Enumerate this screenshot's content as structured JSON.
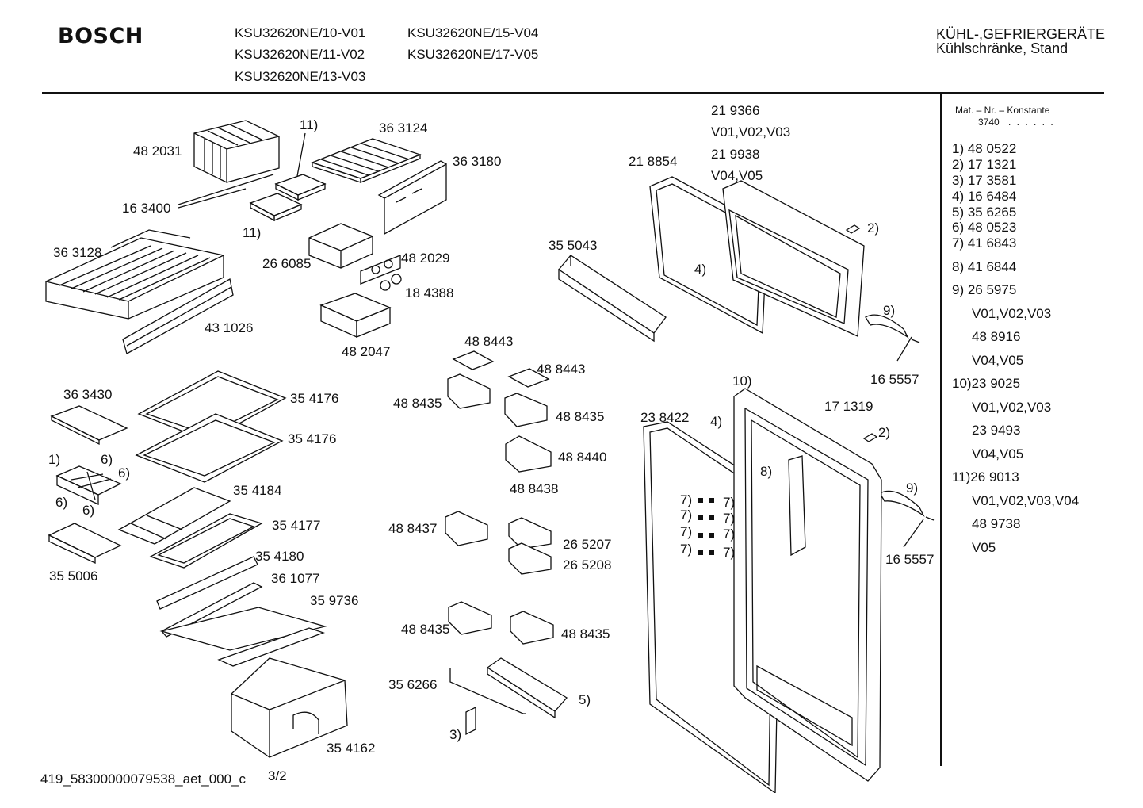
{
  "header": {
    "brand": "BOSCH",
    "models": [
      "KSU32620NE/10-V01",
      "KSU32620NE/15-V04",
      "KSU32620NE/11-V02",
      "KSU32620NE/17-V05",
      "KSU32620NE/13-V03"
    ],
    "category_line1": "KÜHL-,GEFRIERGERÄTE",
    "category_line2": "Kühlschränke, Stand"
  },
  "parts": [
    {
      "text": "48 2031"
    },
    {
      "text": "11)"
    },
    {
      "text": "36 3124"
    },
    {
      "text": "36 3180"
    },
    {
      "text": "16 3400"
    },
    {
      "text": "11)"
    },
    {
      "text": "36 3128"
    },
    {
      "text": "26 6085"
    },
    {
      "text": "48 2029"
    },
    {
      "text": "18 4388"
    },
    {
      "text": "43 1026"
    },
    {
      "text": "48 2047"
    },
    {
      "text": "35 5043"
    },
    {
      "text": "21 8854"
    },
    {
      "text": "21 9366"
    },
    {
      "text": "V01,V02,V03"
    },
    {
      "text": "21 9938"
    },
    {
      "text": "V04,V05"
    },
    {
      "text": "2)"
    },
    {
      "text": "4)"
    },
    {
      "text": "9)"
    },
    {
      "text": "16 5557"
    },
    {
      "text": "48 8443"
    },
    {
      "text": "48 8443"
    },
    {
      "text": "36 3430"
    },
    {
      "text": "35 4176"
    },
    {
      "text": "48 8435"
    },
    {
      "text": "48 8435"
    },
    {
      "text": "35 4176"
    },
    {
      "text": "1)"
    },
    {
      "text": "6)"
    },
    {
      "text": "6)"
    },
    {
      "text": "6)"
    },
    {
      "text": "6)"
    },
    {
      "text": "48 8440"
    },
    {
      "text": "35 4184"
    },
    {
      "text": "48 8438"
    },
    {
      "text": "35 4177"
    },
    {
      "text": "48 8437"
    },
    {
      "text": "26 5207"
    },
    {
      "text": "35 4180"
    },
    {
      "text": "35 5006"
    },
    {
      "text": "26 5208"
    },
    {
      "text": "36 1077"
    },
    {
      "text": "35 9736"
    },
    {
      "text": "48 8435"
    },
    {
      "text": "48 8435"
    },
    {
      "text": "35 6266"
    },
    {
      "text": "5)"
    },
    {
      "text": "3)"
    },
    {
      "text": "35 4162"
    },
    {
      "text": "10)"
    },
    {
      "text": "17 1319"
    },
    {
      "text": "23 8422"
    },
    {
      "text": "4)"
    },
    {
      "text": "2)"
    },
    {
      "text": "8)"
    },
    {
      "text": "9)"
    },
    {
      "text": "16 5557"
    },
    {
      "text": "7)"
    },
    {
      "text": "7)"
    },
    {
      "text": "7)"
    },
    {
      "text": "7)"
    },
    {
      "text": "7)"
    },
    {
      "text": "7)"
    },
    {
      "text": "7)"
    },
    {
      "text": "7)"
    }
  ],
  "sidebar": {
    "title": "Mat. – Nr. – Konstante",
    "code": "3740",
    "dots": ". .   . . . .",
    "entries": [
      "1)  48 0522",
      "2)  17 1321",
      "3)  17 3581",
      "4)  16 6484",
      "5)  35 6265",
      "6)  48 0523",
      "7)  41 6843",
      "8)  41 6844",
      "9)  26 5975",
      "V01,V02,V03",
      "48 8916",
      "V04,V05",
      "10)23 9025",
      "V01,V02,V03",
      "23 9493",
      "V04,V05",
      "11)26 9013",
      "V01,V02,V03,V04",
      "48 9738",
      "V05"
    ]
  },
  "footer": {
    "doc_id": "419_58300000079538_aet_000_c",
    "page": "3/2"
  }
}
